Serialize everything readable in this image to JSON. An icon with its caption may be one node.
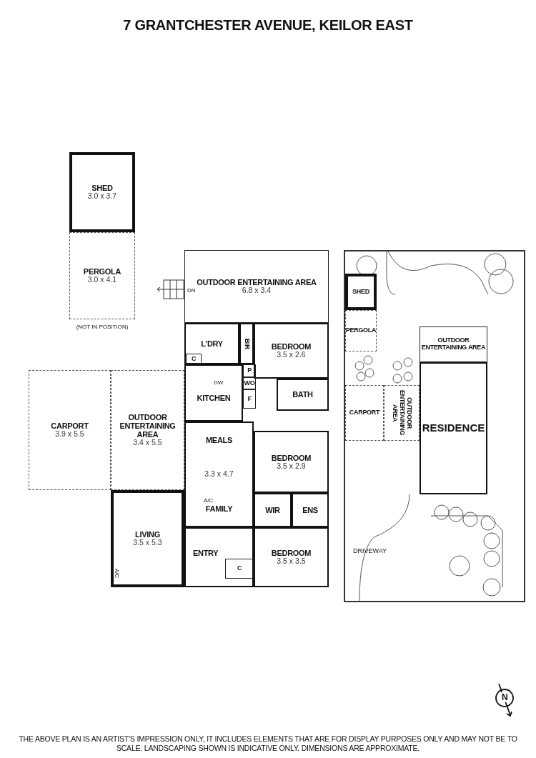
{
  "diagram": {
    "title": "7 GRANTCHESTER AVENUE, KEILOR EAST",
    "caption": "THE ABOVE PLAN IS AN ARTIST'S IMPRESSION ONLY, IT INCLUDES ELEMENTS THAT ARE FOR DISPLAY PURPOSES ONLY AND MAY NOT BE TO SCALE. LANDSCAPING SHOWN IS INDICATIVE ONLY. DIMENSIONS ARE APPROXIMATE.",
    "nodes": [
      {
        "text": [
          "SHED",
          "3.0 x 3.7"
        ]
      },
      {
        "text": [
          "PERGOLA",
          "3.0 x 4.1"
        ],
        "beside": [
          "(NOT IN POSITION)"
        ]
      },
      {
        "text": [
          "OUTDOOR ENTERTAINING AREA",
          "6.8 x 3.4"
        ]
      },
      {
        "text": [
          "L'DRY"
        ]
      },
      {
        "text": [
          "BIR"
        ]
      },
      {
        "text": [
          "BEDROOM",
          "3.5 x 2.6"
        ]
      },
      {
        "text": [
          "C"
        ],
        "in": 3
      },
      {
        "text": [
          "P"
        ]
      },
      {
        "text": [
          "KITCHEN"
        ]
      },
      {
        "text": [
          "WO"
        ]
      },
      {
        "text": [
          "F"
        ]
      },
      {
        "text": [
          "BATH"
        ]
      },
      {
        "text": [
          "CARPORT",
          "3.9 x 5.5"
        ]
      },
      {
        "text": [
          "OUTDOOR ENTERTAINING AREA",
          "3.4 x 5.5"
        ]
      },
      {
        "text": [
          "MEALS",
          "3.3 x 4.7",
          "FAMILY"
        ]
      },
      {
        "text": [
          "BEDROOM",
          "3.5 x 2.9"
        ]
      },
      {
        "text": [
          "WIR"
        ]
      },
      {
        "text": [
          "ENS"
        ]
      },
      {
        "text": [
          "LIVING",
          "3.5 x 5.3"
        ]
      },
      {
        "text": [
          "ENTRY"
        ]
      },
      {
        "text": [
          "C"
        ],
        "in": 19
      },
      {
        "text": [
          "BEDROOM",
          "3.5 x 3.5"
        ]
      },
      {
        "text": [],
        "shape": "box"
      },
      {
        "text": [
          "SHED"
        ],
        "in": 22
      },
      {
        "text": [
          "PERGOLA"
        ],
        "in": 22
      },
      {
        "text": [
          "OUTDOOR ENTERTAINING AREA"
        ],
        "in": 22
      },
      {
        "text": [
          "CARPORT"
        ],
        "in": 22
      },
      {
        "text": [
          "OUTDOOR ENTERTAINING AREA"
        ],
        "in": 22
      },
      {
        "text": [
          "RESIDENCE"
        ],
        "in": 22
      }
    ],
    "edges": [],
    "labels": [
      "DN",
      "DW",
      "A/C",
      "A/C",
      "DRIVEWAY",
      "N"
    ]
  }
}
